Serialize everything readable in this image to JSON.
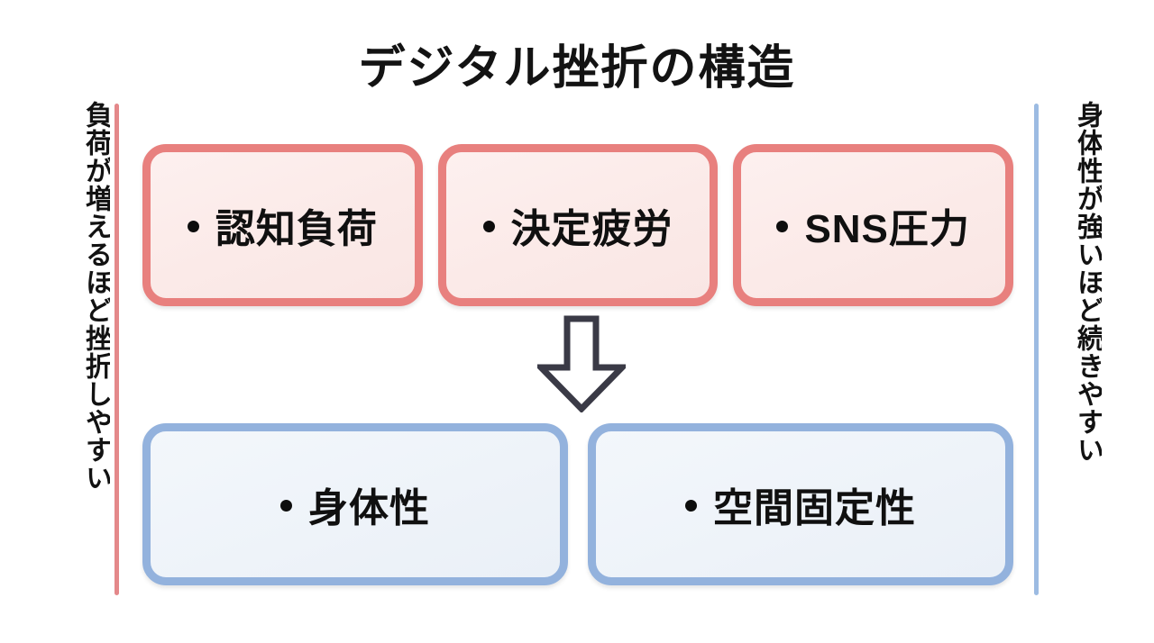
{
  "title": "デジタル挫折の構造",
  "side_captions": {
    "left": "負荷が増えるほど挫折しやすい",
    "right": "身体性が強いほど続きやすい"
  },
  "rows": {
    "load": {
      "accent": "#e8807e",
      "fill": "#fbeae8",
      "items": [
        {
          "label": "認知負荷"
        },
        {
          "label": "決定疲労"
        },
        {
          "label": "SNS圧力"
        }
      ]
    },
    "body": {
      "accent": "#93b2dd",
      "fill": "#eef3f9",
      "items": [
        {
          "label": "身体性"
        },
        {
          "label": "空間固定性"
        }
      ]
    }
  },
  "connector": {
    "icon": "down-arrow-icon",
    "direction": "down",
    "stroke": "#3a3a46",
    "fill": "#ffffff"
  },
  "colors": {
    "background": "#ffffff",
    "text": "#111111",
    "left_rule": "#e4888a",
    "right_rule": "#9cbbe2"
  }
}
